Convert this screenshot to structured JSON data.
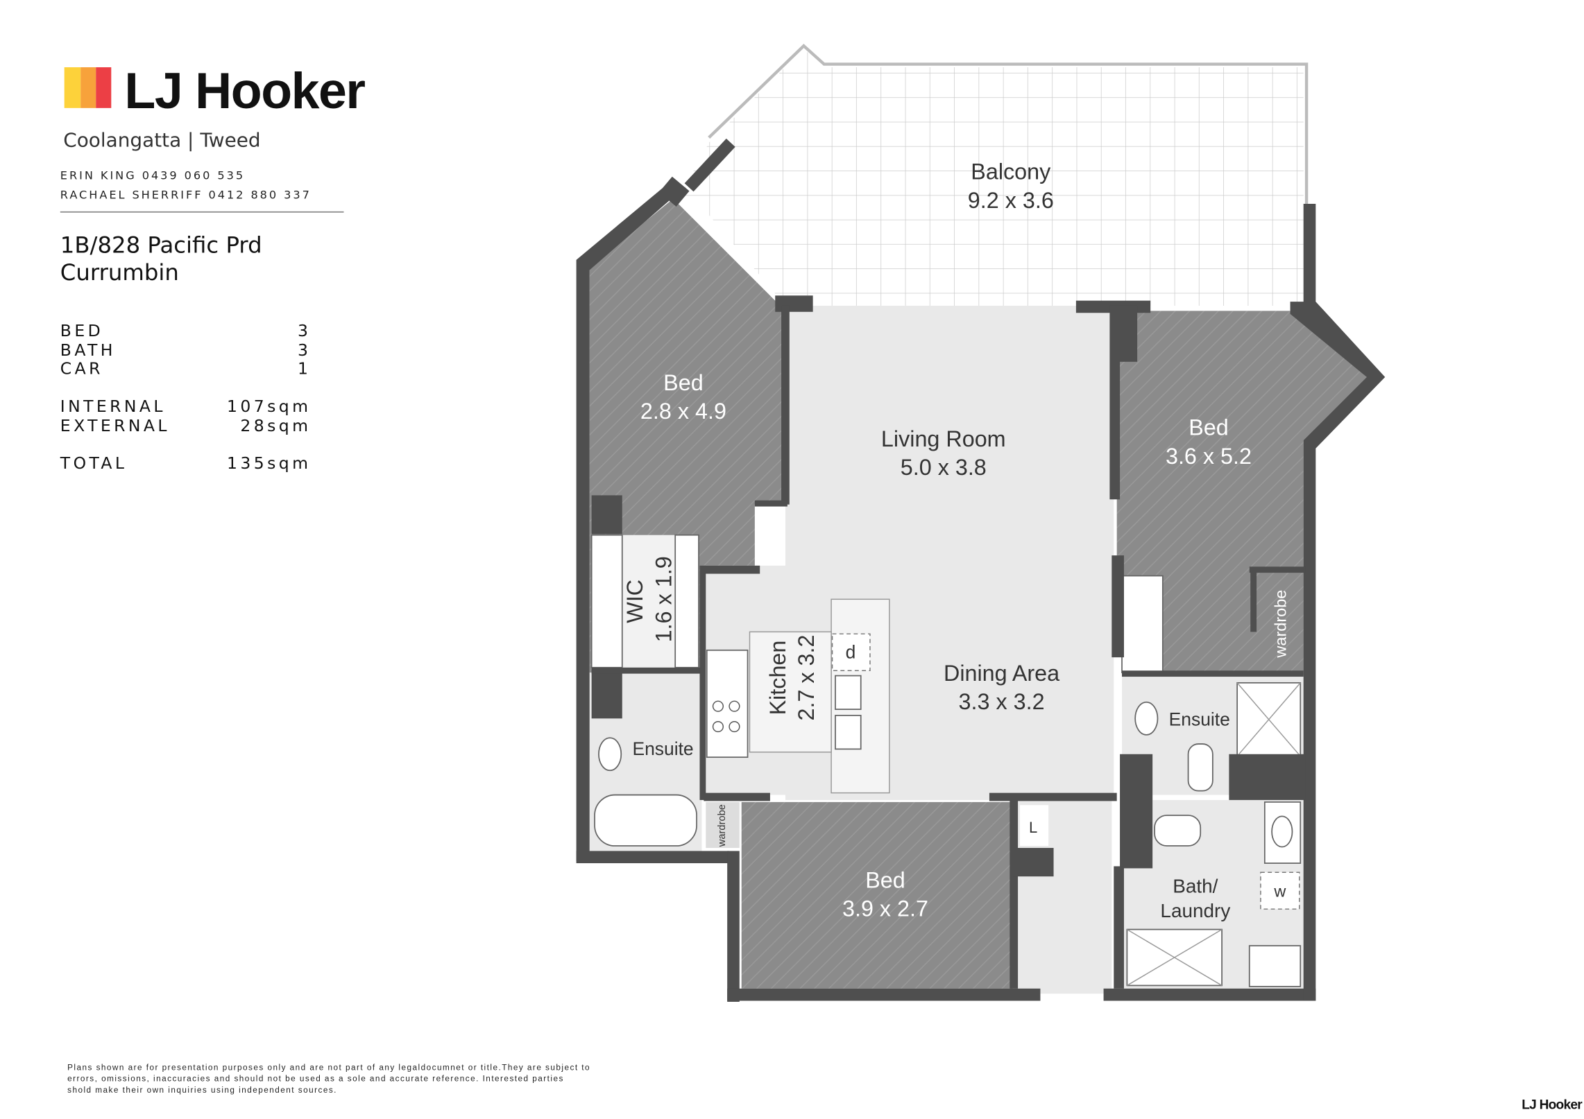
{
  "brand": {
    "name": "LJ Hooker",
    "office": "Coolangatta | Tweed",
    "colors": [
      "#fdd23a",
      "#f7a23b",
      "#ec3f45"
    ],
    "footer_logo": "LJ Hooker"
  },
  "agents": [
    "ERIN KING 0439 060 535",
    "RACHAEL SHERRIFF 0412 880 337"
  ],
  "address": {
    "line1": "1B/828 Pacific Prd",
    "line2": "Currumbin"
  },
  "specs": [
    {
      "label": "BED",
      "value": "3"
    },
    {
      "label": "BATH",
      "value": "3"
    },
    {
      "label": "CAR",
      "value": "1"
    },
    {
      "label": "INTERNAL",
      "value": "107sqm"
    },
    {
      "label": "EXTERNAL",
      "value": "28sqm"
    },
    {
      "label": "TOTAL",
      "value": "135sqm"
    }
  ],
  "rooms": {
    "balcony": {
      "name": "Balcony",
      "size": "9.2 x 3.6"
    },
    "bed1": {
      "name": "Bed",
      "size": "2.8 x 4.9"
    },
    "living": {
      "name": "Living Room",
      "size": "5.0 x 3.8"
    },
    "bed2": {
      "name": "Bed",
      "size": "3.6 x 5.2"
    },
    "wic": {
      "name": "WIC",
      "size": "1.6 x 1.9"
    },
    "kitchen": {
      "name": "Kitchen",
      "size": "2.7 x 3.2"
    },
    "dining": {
      "name": "Dining Area",
      "size": "3.3 x 3.2"
    },
    "ensuite1": {
      "name": "Ensuite"
    },
    "ensuite2": {
      "name": "Ensuite"
    },
    "bed3": {
      "name": "Bed",
      "size": "3.9 x 2.7"
    },
    "bath": {
      "name1": "Bath/",
      "name2": "Laundry"
    },
    "wardrobe1": "wardrobe",
    "wardrobe2": "wardrobe",
    "dishwasher": "d",
    "linen": "L",
    "washer": "w"
  },
  "disclaimer": [
    "Plans shown are for presentation purposes only and are not part of any legaldocumnet or title.They are subject to",
    "errors, omissions, inaccuracies and should not be used as a sole and accurate reference. Interested parties",
    "shold make their own inquiries using independent sources."
  ]
}
